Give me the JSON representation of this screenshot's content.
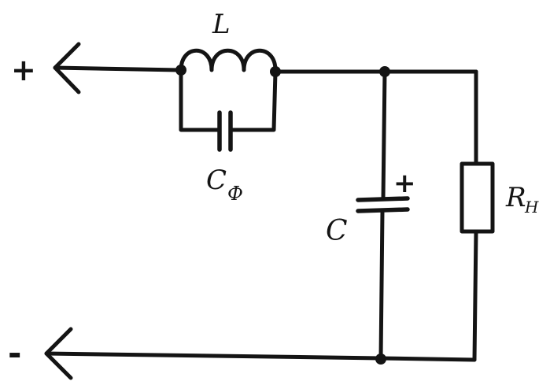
{
  "terminals": {
    "positive": "+",
    "negative": "-"
  },
  "components": {
    "inductor": {
      "label": "L"
    },
    "filter_capacitor": {
      "label_main": "C",
      "label_sub": "Ф"
    },
    "capacitor": {
      "label": "C",
      "polarity": "+"
    },
    "load_resistor": {
      "label_main": "R",
      "label_sub": "Н"
    }
  },
  "colors": {
    "ink": "#141414",
    "background": "#ffffff"
  }
}
